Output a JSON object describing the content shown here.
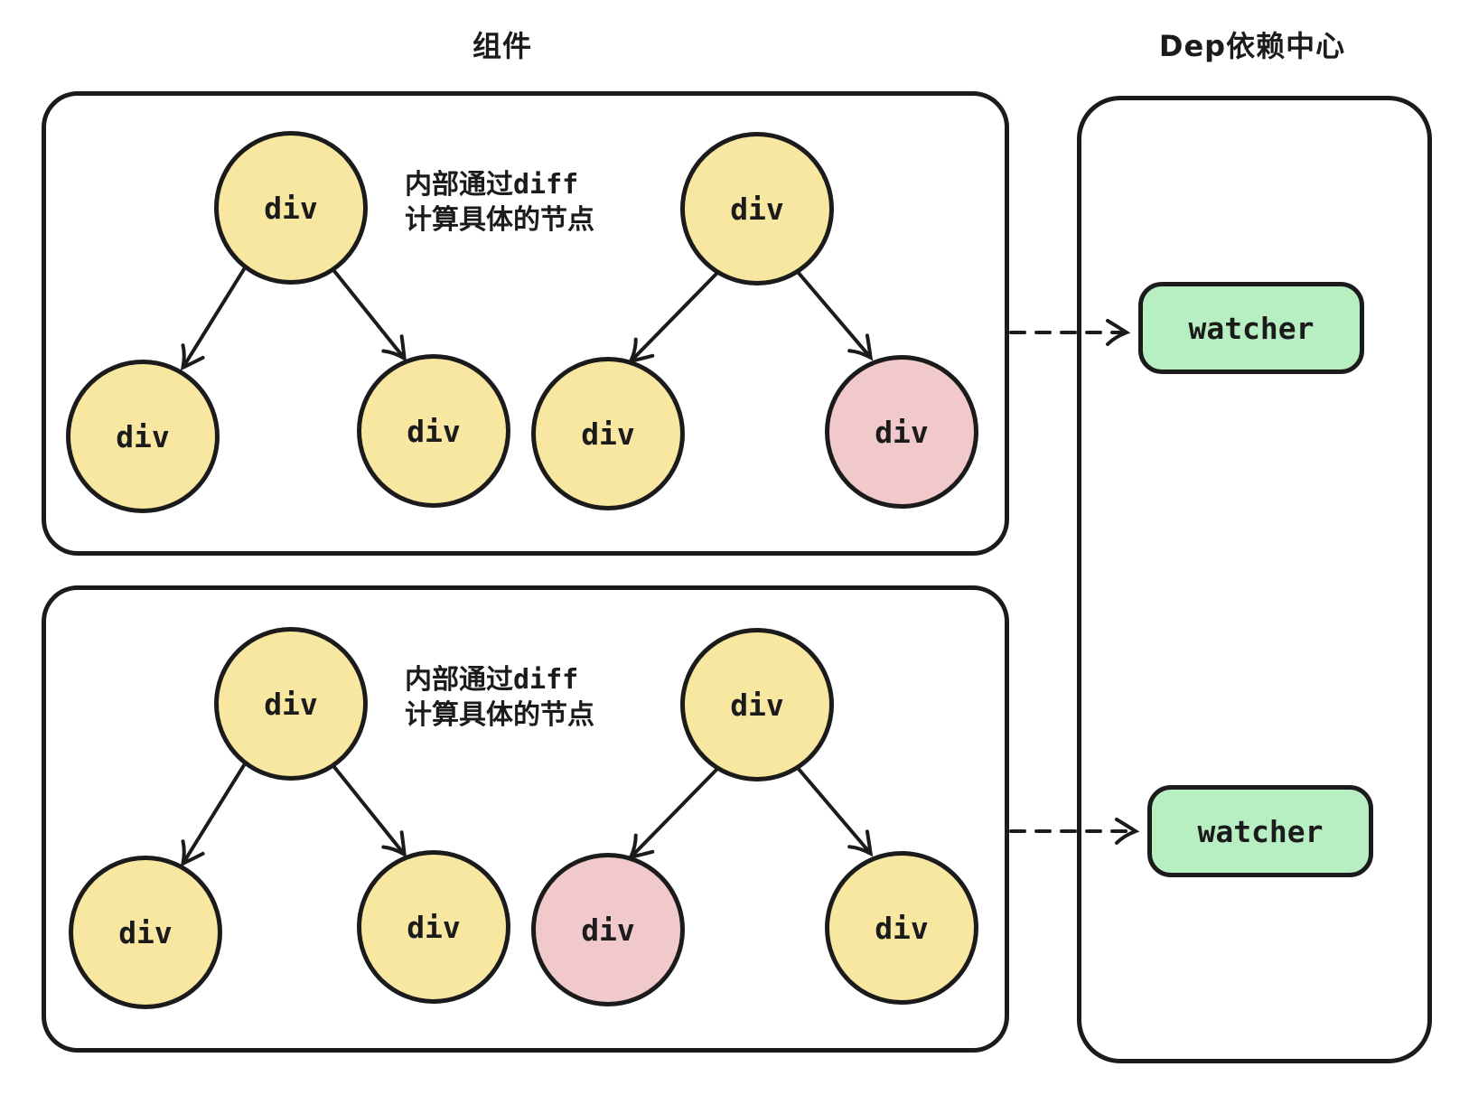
{
  "titles": {
    "components": "组件",
    "dep_center": "Dep依赖中心"
  },
  "component_1": {
    "note": {
      "line1": "内部通过diff",
      "line2": "计算具体的节点"
    },
    "nodes": [
      {
        "label": "div",
        "type": "normal",
        "role": "root-left"
      },
      {
        "label": "div",
        "type": "normal",
        "role": "root-right"
      },
      {
        "label": "div",
        "type": "normal",
        "role": "child-1"
      },
      {
        "label": "div",
        "type": "normal",
        "role": "child-2"
      },
      {
        "label": "div",
        "type": "normal",
        "role": "child-3"
      },
      {
        "label": "div",
        "type": "changed",
        "role": "child-4"
      }
    ]
  },
  "component_2": {
    "note": {
      "line1": "内部通过diff",
      "line2": "计算具体的节点"
    },
    "nodes": [
      {
        "label": "div",
        "type": "normal",
        "role": "root-left"
      },
      {
        "label": "div",
        "type": "normal",
        "role": "root-right"
      },
      {
        "label": "div",
        "type": "normal",
        "role": "child-1"
      },
      {
        "label": "div",
        "type": "normal",
        "role": "child-2"
      },
      {
        "label": "div",
        "type": "changed",
        "role": "child-3"
      },
      {
        "label": "div",
        "type": "normal",
        "role": "child-4"
      }
    ]
  },
  "dep": {
    "watchers": [
      {
        "label": "watcher"
      },
      {
        "label": "watcher"
      }
    ]
  },
  "colors": {
    "stroke": "#1b1b1b",
    "node_normal": "#f8e7a1",
    "node_changed": "#f2c9cb",
    "watcher_fill": "#b7efc3",
    "background": "#ffffff"
  }
}
